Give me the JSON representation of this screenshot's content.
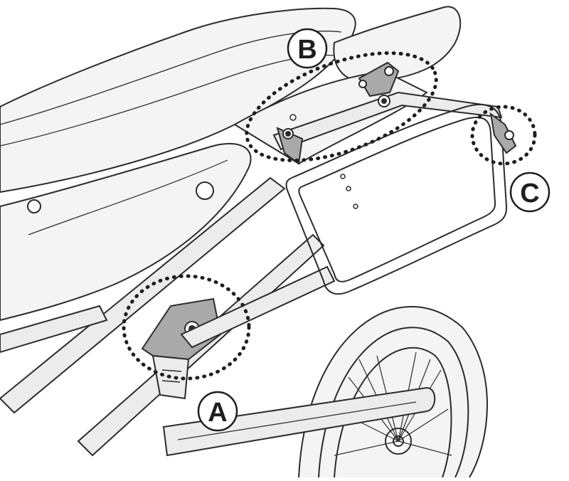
{
  "callouts": [
    {
      "id": "A",
      "label": "A"
    },
    {
      "id": "B",
      "label": "B"
    },
    {
      "id": "C",
      "label": "C"
    }
  ],
  "colors": {
    "line": "#2b2b2b",
    "part_fill": "#ececec",
    "body_fill": "#f4f4f4",
    "bracket_fill": "#a9a9a9",
    "dotted": "#1e1e1e"
  }
}
